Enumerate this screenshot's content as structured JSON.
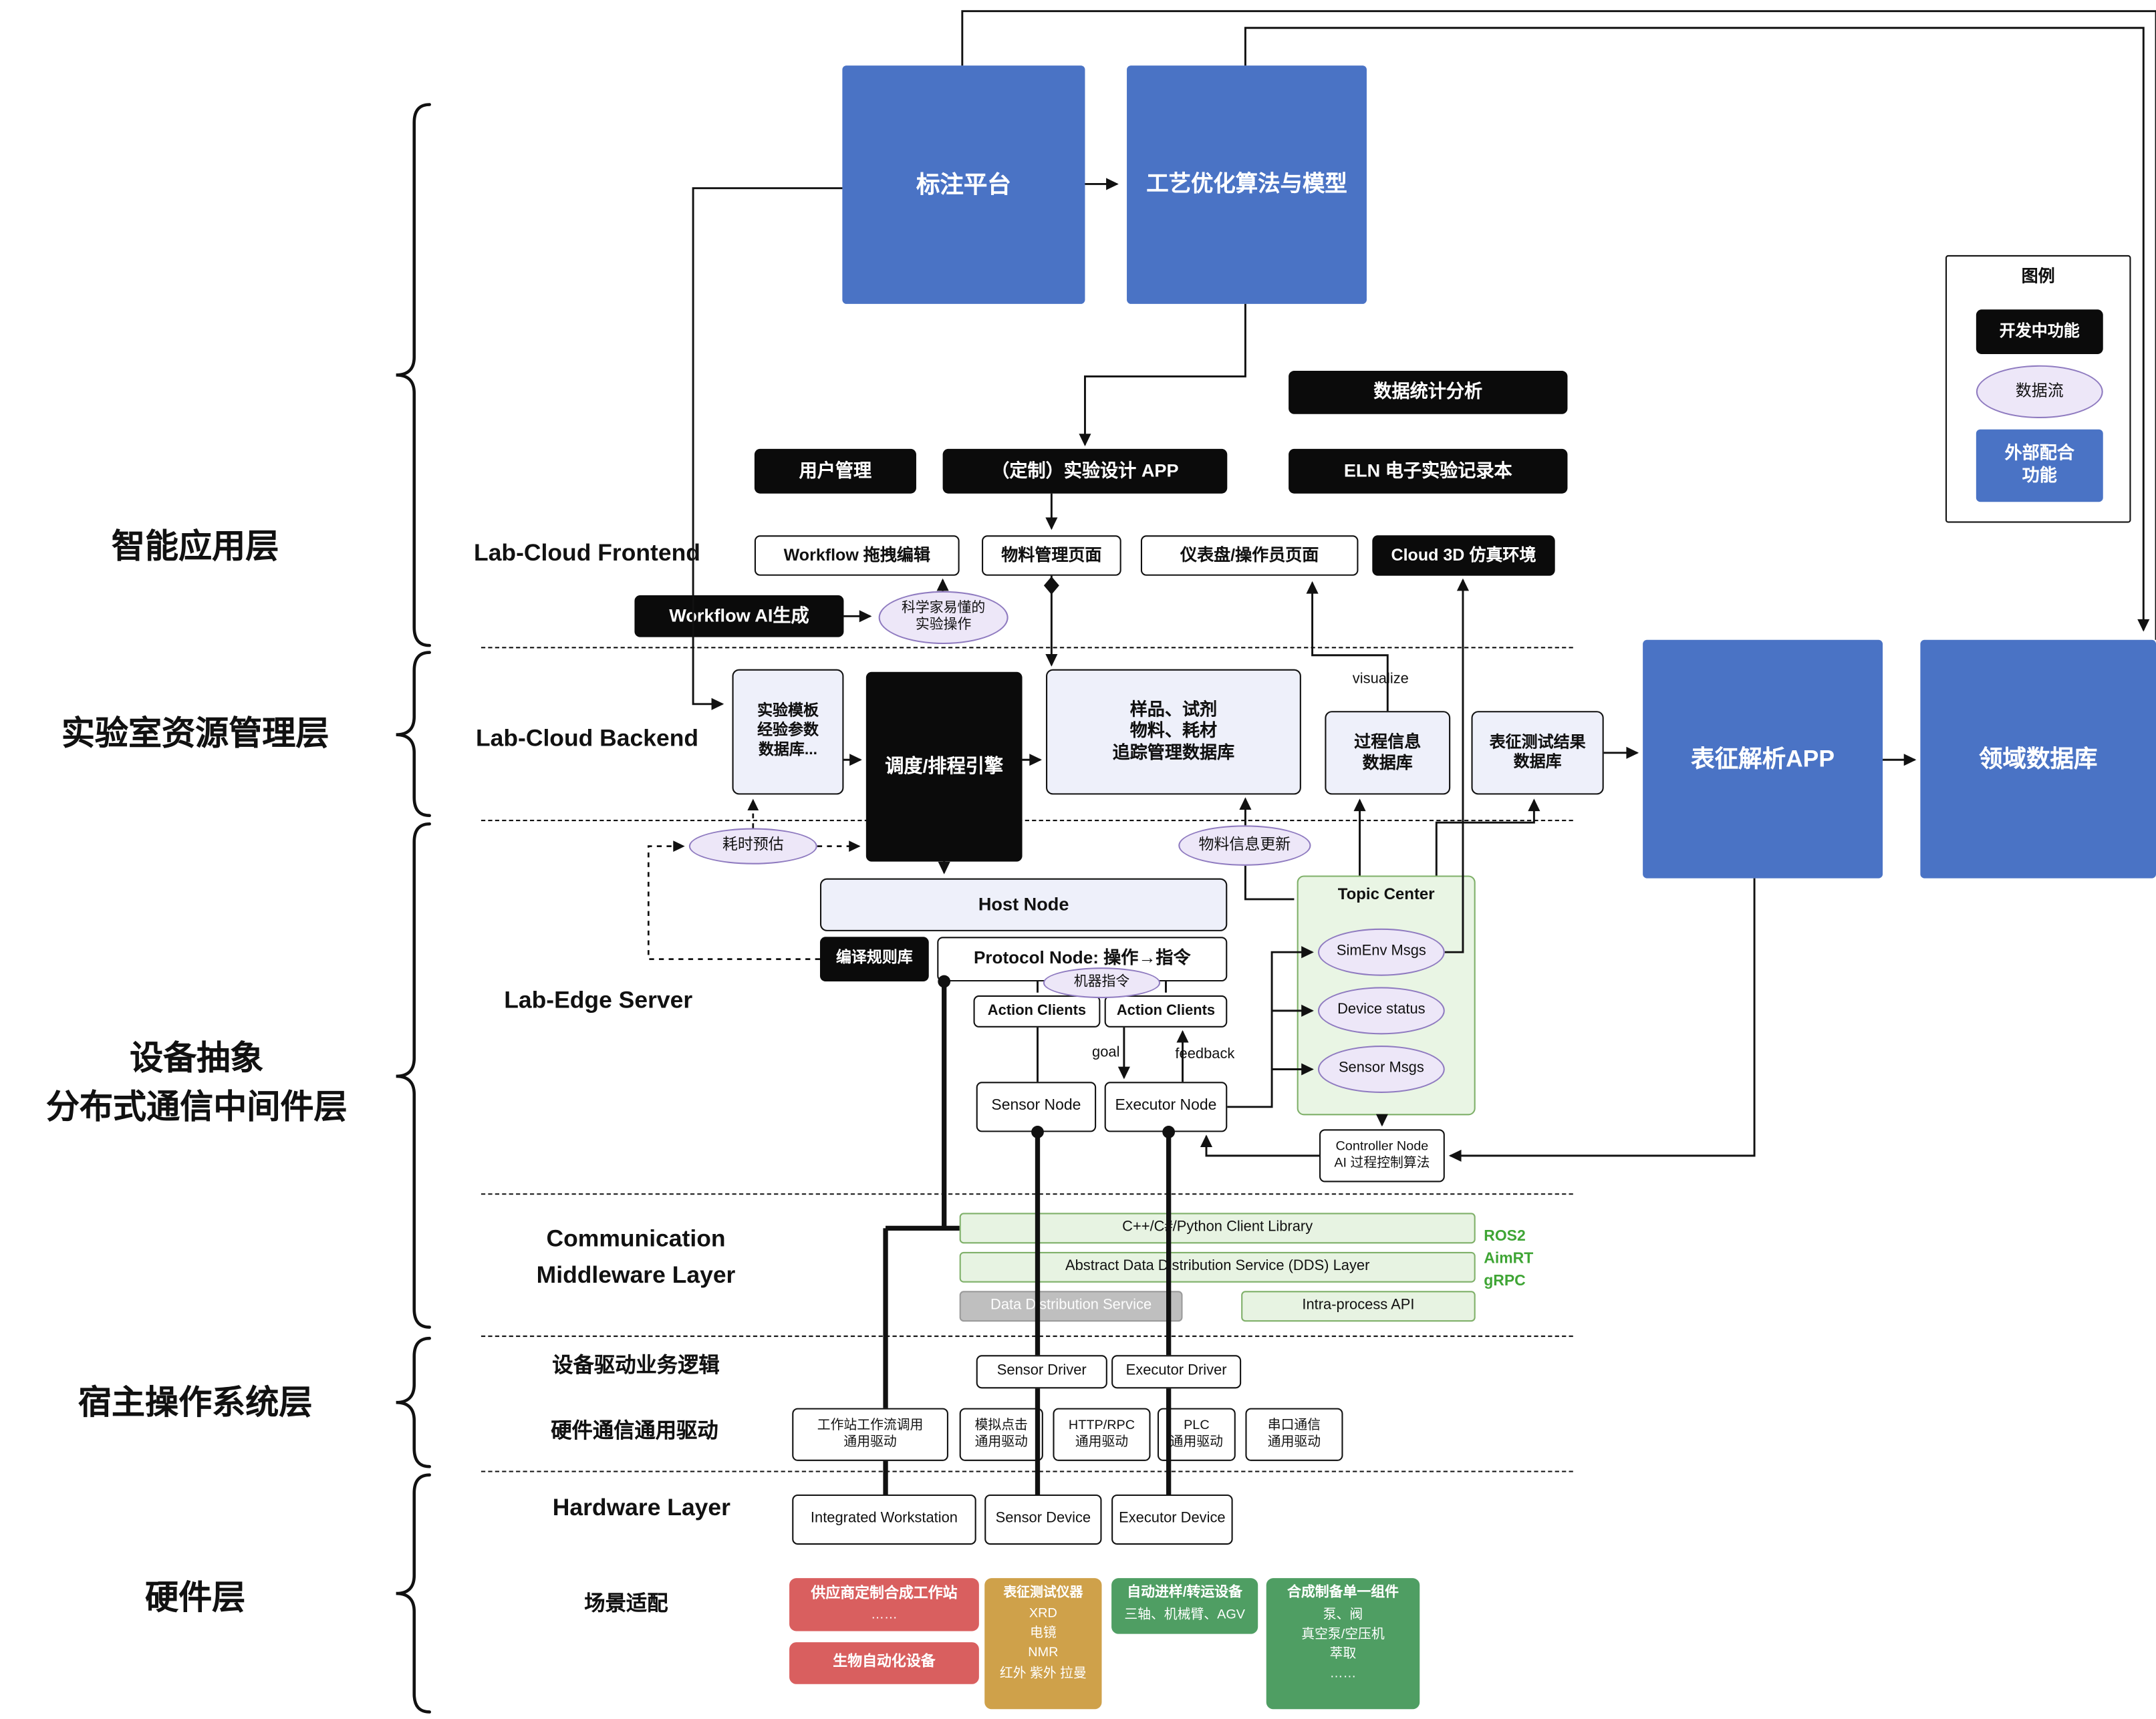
{
  "colors": {
    "blue": "#4a73c5",
    "black": "#0b0b0b",
    "purple_fill": "#ede7f8",
    "purple_border": "#8f7bc0",
    "green_fill": "#e7f3e2",
    "green_border": "#7fb069",
    "red": "#d95f5f",
    "gold": "#cfa14a",
    "green_dark": "#4f9e63",
    "green_text": "#3fa535"
  },
  "layers": {
    "app": "智能应用层",
    "resource": "实验室资源管理层",
    "middleware": "设备抽象\n分布式通信中间件层",
    "host_os": "宿主操作系统层",
    "hardware": "硬件层"
  },
  "sections": {
    "frontend": "Lab-Cloud Frontend",
    "backend": "Lab-Cloud Backend",
    "edge": "Lab-Edge Server",
    "comm": "Communication\nMiddleware Layer",
    "driver_logic": "设备驱动业务逻辑",
    "comm_driver": "硬件通信通用驱动",
    "hardware": "Hardware Layer",
    "scene": "场景适配"
  },
  "app": {
    "annotation": "标注平台",
    "optimization": "工艺优化算法与模型",
    "stats": "数据统计分析",
    "user_mgmt": "用户管理",
    "exp_design": "（定制）实验设计 APP",
    "eln": "ELN 电子实验记录本",
    "workflow_edit": "Workflow 拖拽编辑",
    "material_page": "物料管理页面",
    "dashboard_page": "仪表盘/操作员页面",
    "cloud_3d": "Cloud 3D 仿真环境",
    "workflow_ai": "Workflow AI生成",
    "sci_ops": "科学家易懂的\n实验操作"
  },
  "backend": {
    "template_db": "实验模板\n经验参数\n数据库...",
    "scheduler": "调度/排程引擎",
    "sample_db": "样品、试剂\n物料、耗材\n追踪管理数据库",
    "process_db": "过程信息\n数据库",
    "test_db": "表征测试结果\n数据库",
    "char_app": "表征解析APP",
    "domain_db": "领域数据库",
    "time_estimate": "耗时预估",
    "material_update": "物料信息更新",
    "visualize": "visualize"
  },
  "edge": {
    "host_node": "Host Node",
    "compile_rules": "编译规则库",
    "protocol_node": "Protocol Node: 操作→指令",
    "machine_cmd": "机器指令",
    "action_clients_1": "Action Clients",
    "action_clients_2": "Action Clients",
    "goal": "goal",
    "feedback": "feedback",
    "sensor_node": "Sensor Node",
    "executor_node": "Executor Node",
    "topic_center": "Topic Center",
    "simenv_msgs": "SimEnv Msgs",
    "device_status": "Device status",
    "sensor_msgs": "Sensor Msgs",
    "controller_node": "Controller Node\nAI 过程控制算法"
  },
  "middleware": {
    "client_lib": "C++/C#/Python Client Library",
    "dds_abstract": "Abstract Data Distribution Service (DDS) Layer",
    "dds": "Data Distribution Service",
    "intra_api": "Intra-process API",
    "stack": "ROS2\nAimRT\ngRPC"
  },
  "drivers": {
    "sensor": "Sensor Driver",
    "executor": "Executor Driver",
    "generic": [
      "工作站工作流调用\n通用驱动",
      "模拟点击\n通用驱动",
      "HTTP/RPC\n通用驱动",
      "PLC\n通用驱动",
      "串口通信\n通用驱动"
    ]
  },
  "hardware": {
    "workstation": "Integrated Workstation",
    "sensor": "Sensor Device",
    "executor": "Executor Device"
  },
  "scene": {
    "vendor": {
      "title": "供应商定制合成工作站",
      "body": "……"
    },
    "bio": {
      "title": "生物自动化设备",
      "body": ""
    },
    "charinst": {
      "title": "表征测试仪器",
      "body": "XRD\n电镜\nNMR\n红外 紫外 拉曼"
    },
    "transfer": {
      "title": "自动进样/转运设备",
      "body": "三轴、机械臂、AGV"
    },
    "synth": {
      "title": "合成制备单一组件",
      "body": "泵、阀\n真空泵/空压机\n萃取\n……"
    }
  },
  "legend": {
    "title": "图例",
    "developing": "开发中功能",
    "dataflow": "数据流",
    "external": "外部配合\n功能"
  }
}
